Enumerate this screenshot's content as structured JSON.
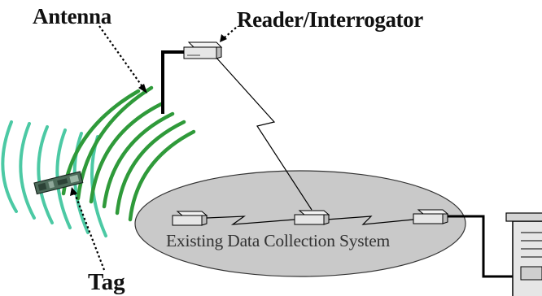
{
  "labels": {
    "antenna": "Antenna",
    "reader": "Reader/Interrogator",
    "tag": "Tag",
    "system": "Existing Data Collection System"
  },
  "colors": {
    "wave_light": "#4cc9a4",
    "wave_dark": "#2f9a3a",
    "ellipse_fill": "#c9c9c9",
    "line": "#000000",
    "device_body": "#e6e6e6"
  },
  "icons": {
    "reader": "network-device-icon",
    "node": "network-device-icon",
    "server": "server-tower-icon",
    "tag": "rfid-tag-icon"
  }
}
